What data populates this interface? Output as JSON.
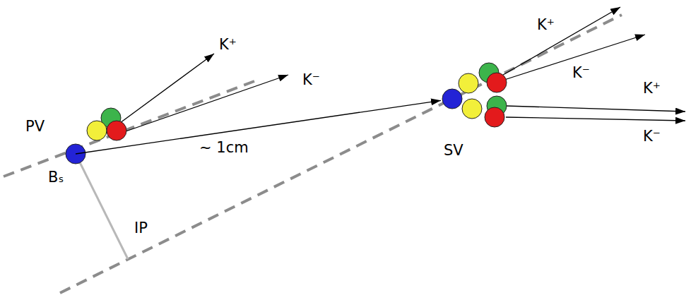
{
  "diagram": {
    "nodes": [
      {
        "text": [
          "PV"
        ]
      },
      {
        "text": [
          "SV"
        ]
      }
    ],
    "edges": [
      {
        "from": 0,
        "to": 1,
        "arrow": "to",
        "label": "~ 1cm"
      }
    ],
    "labels": [
      "Bₛ",
      "IP",
      "K⁺",
      "K⁻",
      "K⁺",
      "K⁻",
      "K⁺",
      "K⁻"
    ]
  }
}
